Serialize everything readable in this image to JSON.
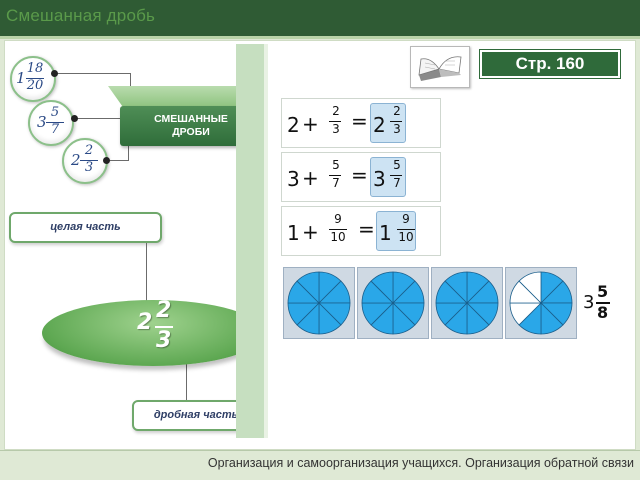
{
  "header": {
    "title": "Смешанная дробь"
  },
  "badge": {
    "page_label": "Стр. 160"
  },
  "diagram": {
    "mixed_numbers": [
      {
        "whole": "1",
        "num": "18",
        "den": "20"
      },
      {
        "whole": "3",
        "num": "5",
        "den": "7"
      },
      {
        "whole": "2",
        "num": "2",
        "den": "3"
      }
    ],
    "mixed_label_line1": "СМЕШАННЫЕ",
    "mixed_label_line2": "ДРОБИ",
    "whole_part_label": "целая часть",
    "fraction_part_label": "дробная часть",
    "disk_number": {
      "whole": "2",
      "num": "2",
      "den": "3"
    }
  },
  "equations": [
    {
      "whole": "2",
      "plus": "+",
      "num": "2",
      "den": "3",
      "eq": "=",
      "res_whole": "2",
      "res_num": "2",
      "res_den": "3"
    },
    {
      "whole": "3",
      "plus": "+",
      "num": "5",
      "den": "7",
      "eq": "=",
      "res_whole": "3",
      "res_num": "5",
      "res_den": "7"
    },
    {
      "whole": "1",
      "plus": "+",
      "num": "9",
      "den": "10",
      "eq": "=",
      "res_whole": "1",
      "res_num": "9",
      "res_den": "10"
    }
  ],
  "pies": {
    "count": 4,
    "slices": 8,
    "last_filled": 5,
    "fill_color": "#2aa7e8",
    "result": {
      "whole": "3",
      "num": "5",
      "den": "8"
    }
  },
  "footer": {
    "text": "Организация и самоорганизация учащихся. Организация обратной связи"
  },
  "colors": {
    "accent": "#2f6a3a",
    "diagram_text": "#2b4a86"
  }
}
